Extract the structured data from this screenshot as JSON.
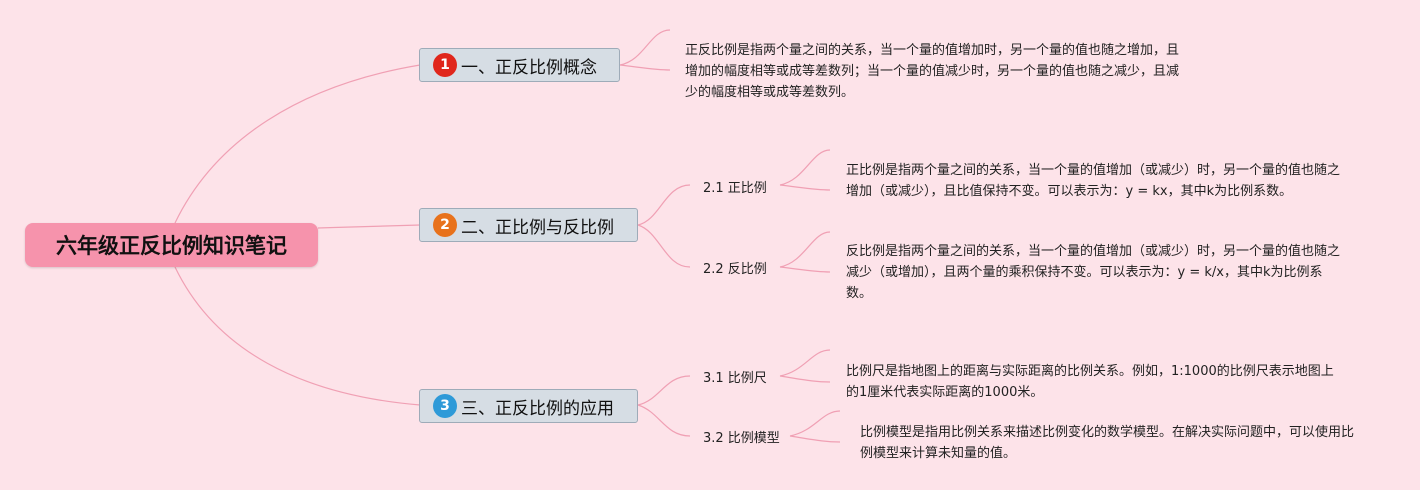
{
  "root": {
    "title": "六年级正反比例知识笔记"
  },
  "branches": [
    {
      "number": "1",
      "title": "一、正反比例概念",
      "color": "#e0261b"
    },
    {
      "number": "2",
      "title": "二、正比例与反比例",
      "color": "#e8721c"
    },
    {
      "number": "3",
      "title": "三、正反比例的应用",
      "color": "#2e9ad8"
    }
  ],
  "concept_text": "正反比例是指两个量之间的关系，当一个量的值增加时，另一个量的值也随之增加，且增加的幅度相等或成等差数列；当一个量的值减少时，另一个量的值也随之减少，且减少的幅度相等或成等差数列。",
  "topics": {
    "direct": {
      "label": "2.1 正比例",
      "text": "正比例是指两个量之间的关系，当一个量的值增加（或减少）时，另一个量的值也随之增加（或减少），且比值保持不变。可以表示为：y = kx，其中k为比例系数。"
    },
    "inverse": {
      "label": "2.2 反比例",
      "text": "反比例是指两个量之间的关系，当一个量的值增加（或减少）时，另一个量的值也随之减少（或增加），且两个量的乘积保持不变。可以表示为：y = k/x，其中k为比例系数。"
    },
    "scale": {
      "label": "3.1 比例尺",
      "text": "比例尺是指地图上的距离与实际距离的比例关系。例如，1:1000的比例尺表示地图上的1厘米代表实际距离的1000米。"
    },
    "model": {
      "label": "3.2 比例模型",
      "text": "比例模型是指用比例关系来描述比例变化的数学模型。在解决实际问题中，可以使用比例模型来计算未知量的值。"
    }
  },
  "colors": {
    "background": "#fde3e9",
    "root": "#f693ac",
    "branch_fill": "#d6dde4",
    "connector": "#f0a0b4"
  }
}
